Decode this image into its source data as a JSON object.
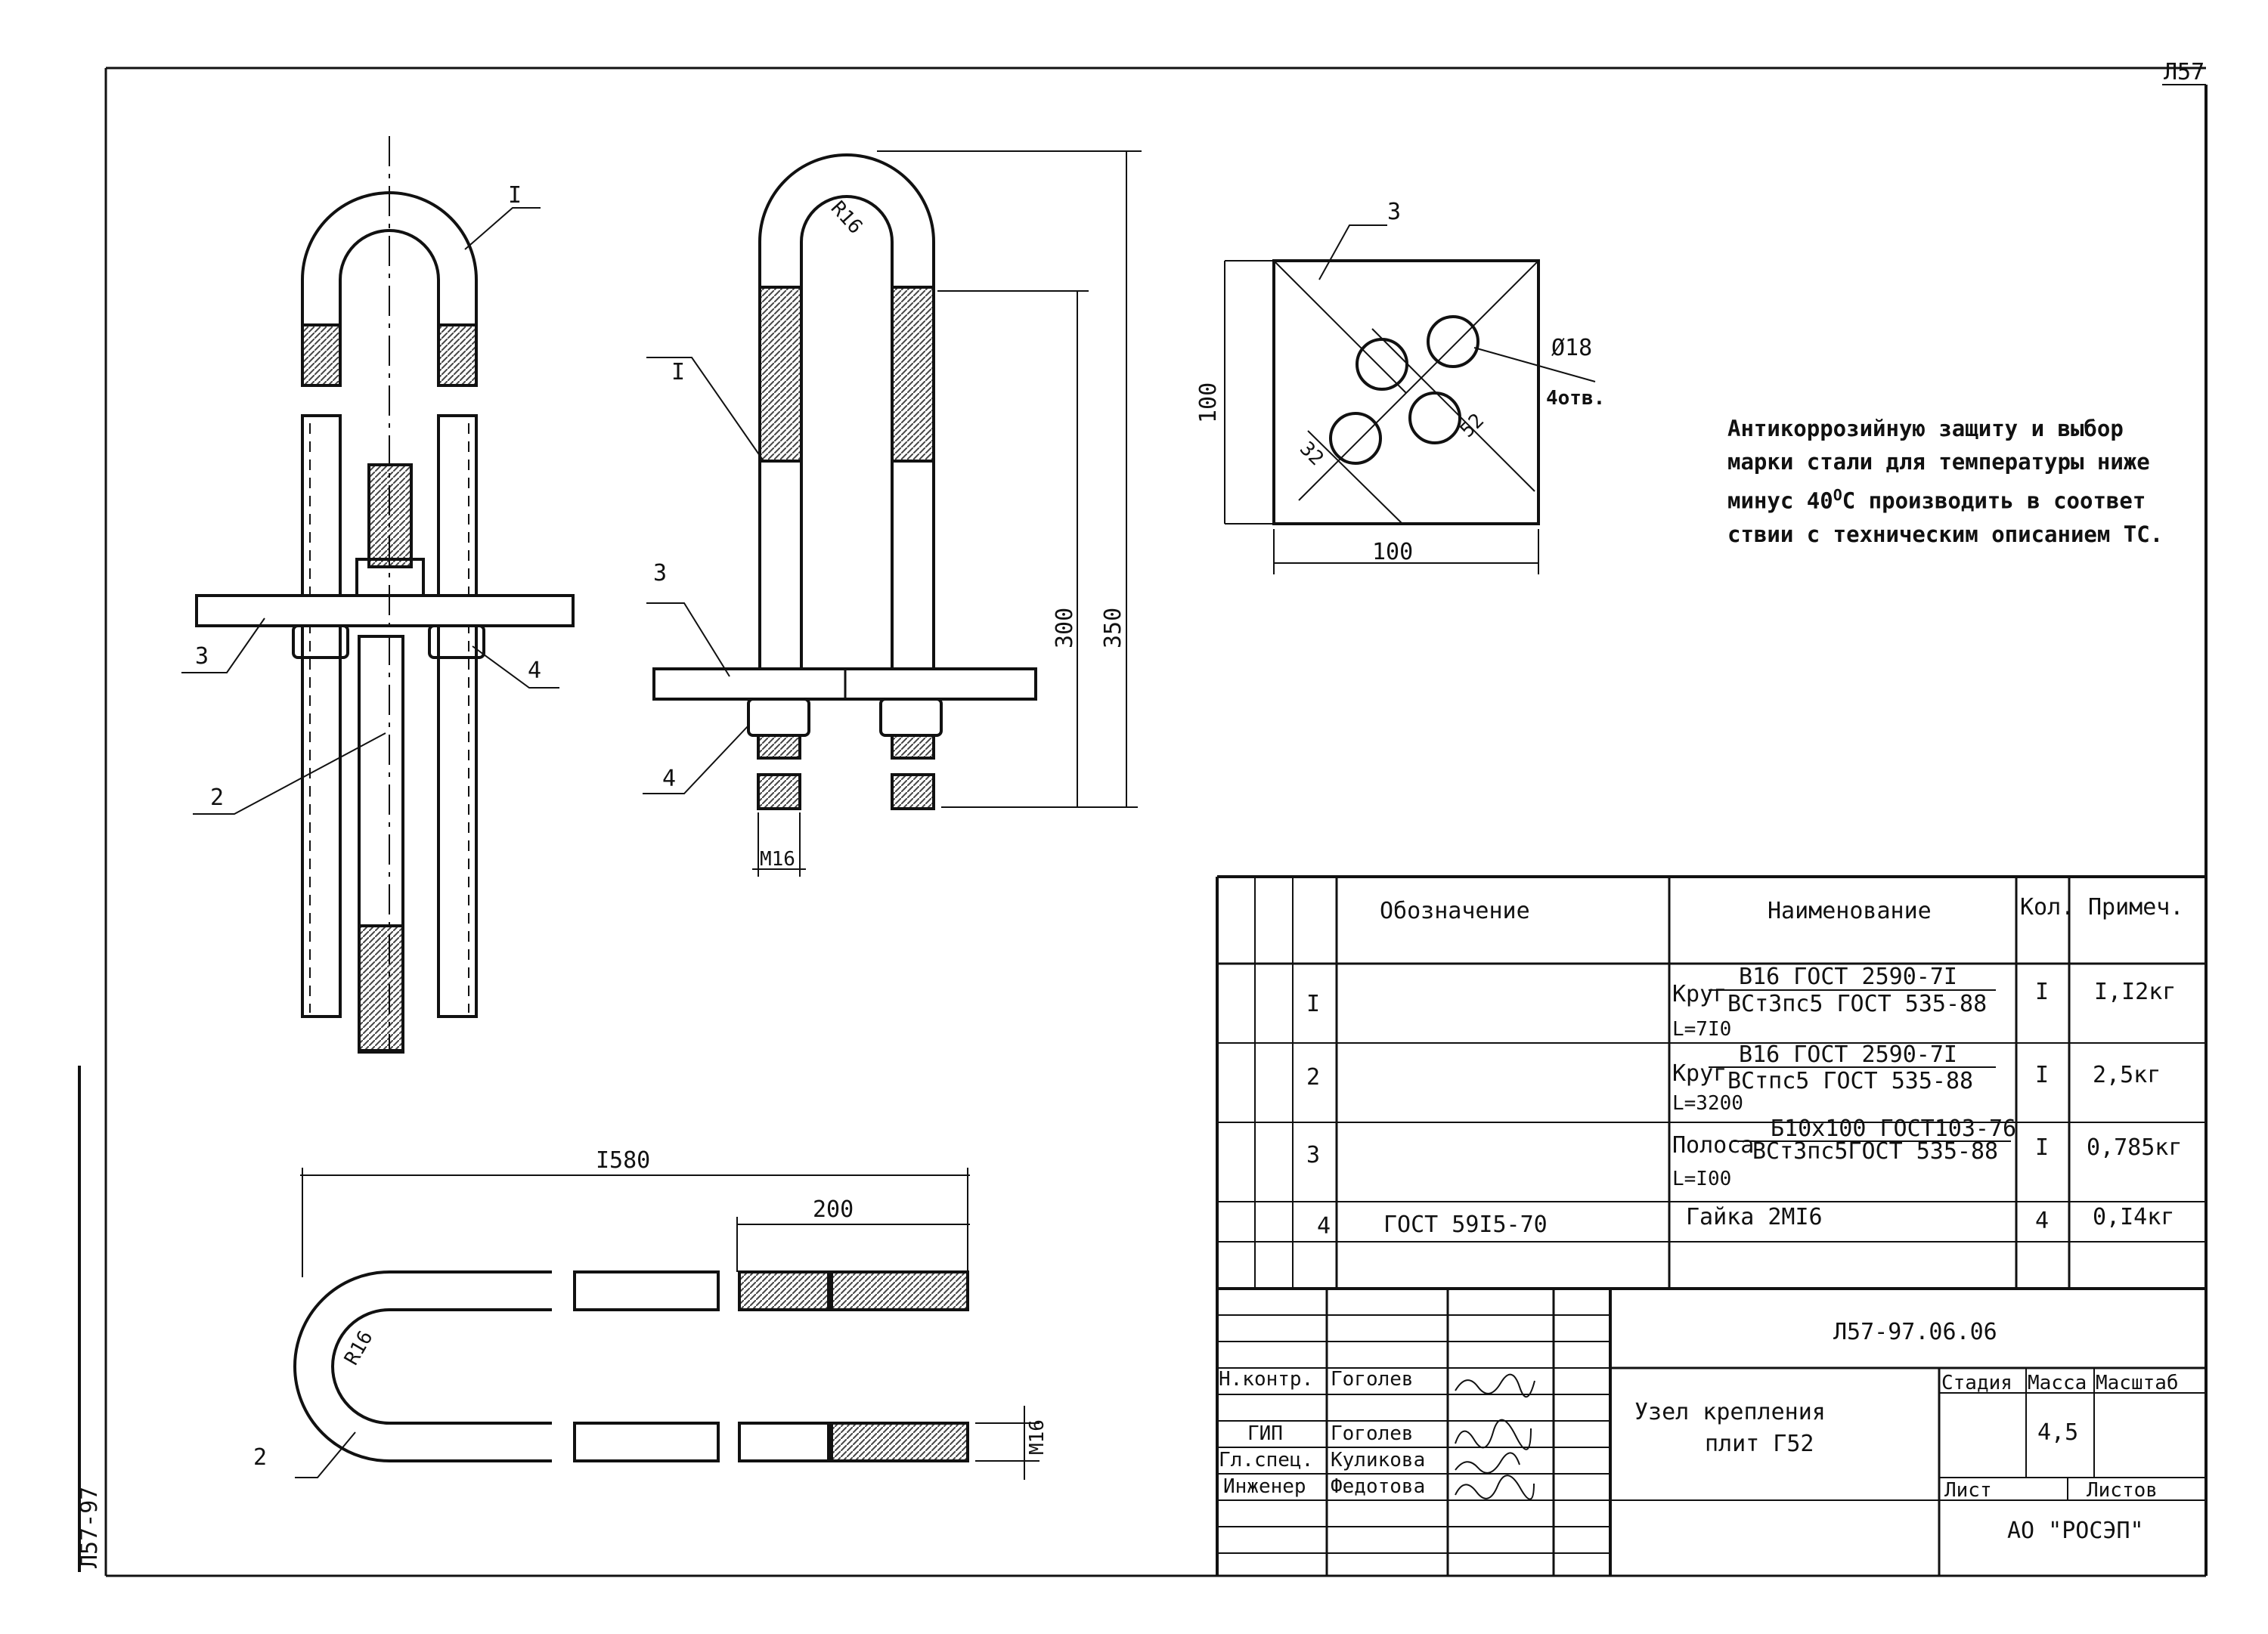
{
  "sheet_number": "Л57",
  "side_stamp": "Л57-97",
  "note": {
    "line1": "Антикоррозийную защиту и выбор",
    "line2": "марки стали для температуры ниже",
    "line3_pre": "минус 40",
    "line3_sup": "О",
    "line3_post": "С производить в соответ",
    "line4": "ствии с техническим описанием ТС."
  },
  "view1": {
    "callout_1": "I",
    "callout_2": "2",
    "callout_3": "3",
    "callout_4": "4"
  },
  "view2": {
    "callout_1": "I",
    "callout_3": "3",
    "callout_4": "4",
    "radius": "R16",
    "thread": "M16",
    "dim_300": "300",
    "dim_350": "350"
  },
  "plate": {
    "callout": "3",
    "width": "100",
    "height": "100",
    "hole": "Ø18",
    "holes_count": "4отв.",
    "dim_32": "32",
    "dim_52": "52"
  },
  "bar": {
    "callout": "2",
    "length": "I580",
    "thread_length": "200",
    "radius": "R16",
    "thread": "M16"
  },
  "spec": {
    "headers": {
      "designation": "Обозначение",
      "name": "Наименование",
      "qty": "Кол.",
      "note": "Примеч."
    },
    "rows": [
      {
        "pos": "I",
        "designation": "",
        "name_prefix": "Круг",
        "name_top": "B16 ГОСТ 2590-7I",
        "name_bottom": "ВСт3пс5 ГОСТ 535-88",
        "length": "L=7I0",
        "qty": "I",
        "mass": "I,I2кг"
      },
      {
        "pos": "2",
        "designation": "",
        "name_prefix": "Круг",
        "name_top": "B16 ГОСТ 2590-7I",
        "name_bottom": "ВСтпс5 ГОСТ 535-88",
        "length": "L=3200",
        "qty": "I",
        "mass": "2,5кг"
      },
      {
        "pos": "3",
        "designation": "",
        "name_prefix": "Полоса",
        "name_top": "Б10x100 ГОСТ103-76",
        "name_bottom": "ВСт3пс5ГОСТ 535-88",
        "length": "L=I00",
        "qty": "I",
        "mass": "0,785кг"
      },
      {
        "pos": "4",
        "designation": "ГОСТ 59I5-70",
        "name_prefix": "",
        "name_top": "Гайка 2МI6",
        "name_bottom": "",
        "length": "",
        "qty": "4",
        "mass": "0,I4кг"
      }
    ]
  },
  "title_block": {
    "code": "Л57-97.06.06",
    "title_line1": "Узел крепления",
    "title_line2": "плит Г52",
    "stage_label": "Стадия",
    "mass_label": "Масса",
    "scale_label": "Масштаб",
    "mass_value": "4,5",
    "sheet_label": "Лист",
    "sheets_label": "Листов",
    "org": "АО \"РОСЭП\"",
    "staff": [
      {
        "role": "Н.контр.",
        "name": "Гоголев"
      },
      {
        "role": "ГИП",
        "name": "Гоголев"
      },
      {
        "role": "Гл.спец.",
        "name": "Куликова"
      },
      {
        "role": "Инженер",
        "name": "Федотова"
      }
    ]
  }
}
